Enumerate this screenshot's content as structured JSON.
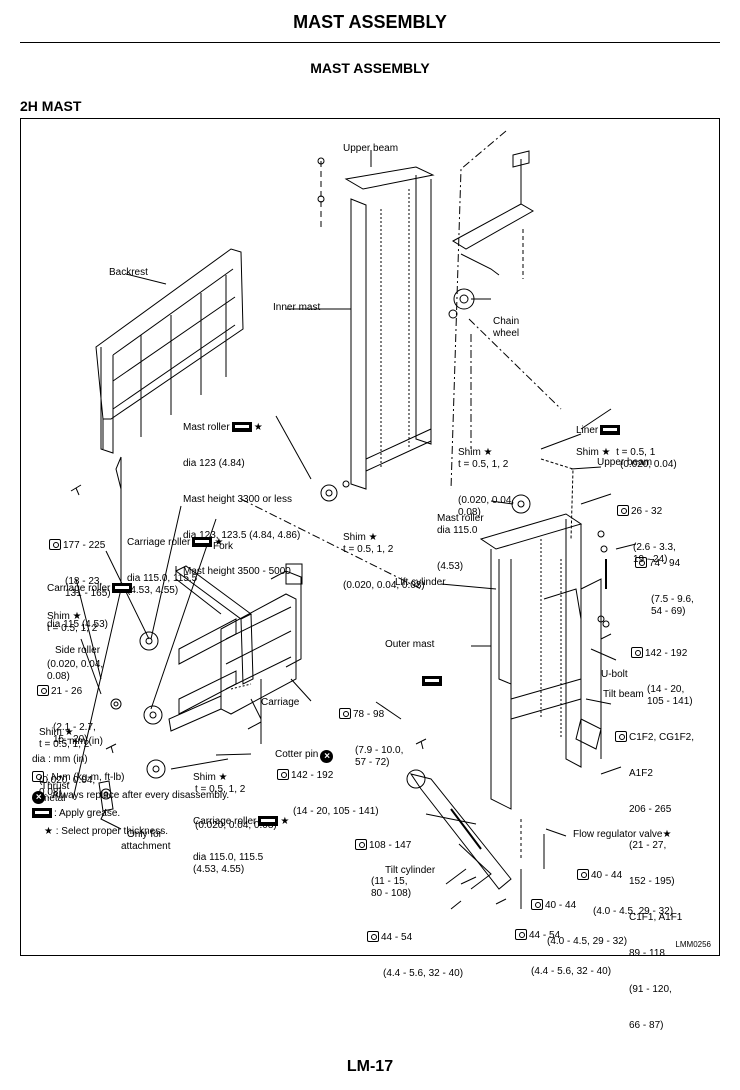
{
  "header": {
    "title": "MAST ASSEMBLY"
  },
  "subtitle": "MAST ASSEMBLY",
  "section": "2H MAST",
  "figure_code": "LMM0256",
  "page_number": "LM-17",
  "labels": {
    "upper_beam_top": "Upper beam",
    "backrest": "Backrest",
    "inner_mast": "Inner mast",
    "chain_wheel_1": "Chain",
    "chain_wheel_2": "wheel",
    "mast_roller_a1": "Mast roller",
    "mast_roller_a2": "dia 123 (4.84)",
    "mast_roller_a3": "Mast height 3300 or less",
    "mast_roller_a4": "dia 123, 123.5 (4.84, 4.86)",
    "mast_roller_a5": "Mast height 3500 - 5000",
    "liner": "Liner",
    "shim_a1": "Shim ★",
    "shim_a2": "t = 0.5, 1, 2",
    "shim_a3": "(0.020, 0.04,",
    "shim_a4": "0.08)",
    "shim_b1": "Shim ★  t = 0.5, 1",
    "shim_b2": "(0.020, 0.04)",
    "upper_beam_right": "Upper beam",
    "t_26": "26 - 32",
    "t_26b": "(2.6 - 3.3,",
    "t_26c": "19 - 24)",
    "mast_roller_b1": "Mast roller",
    "mast_roller_b2": "dia 115.0",
    "mast_roller_b3": "(4.53)",
    "t_74": "74 - 94",
    "t_74b": "(7.5 - 9.6,",
    "t_74c": "54 - 69)",
    "t_177": "177 - 225",
    "t_177b": "(18 - 23,",
    "t_177c": "131 - 165)",
    "carriage_roller_a1": "Carriage roller",
    "carriage_roller_a2": "dia 115.0, 115.5",
    "carriage_roller_a3": "(4.53, 4.55)",
    "shim_c1": "Shim ★",
    "shim_c2": "t = 0.5, 1, 2",
    "shim_c3": "(0.020, 0.04, 0.08)",
    "carriage_roller_b1": "Carriage roller",
    "carriage_roller_b2": "dia 115 (4.53)",
    "fork": "Fork",
    "shim_d1": "Shim ★",
    "shim_d2": "t = 0.5, 1, 2",
    "shim_d3": "(0.020, 0.04,",
    "shim_d4": "0.08)",
    "lift_cylinder": "Lift cylinder",
    "t_142a": "142 - 192",
    "t_142ab": "(14 - 20,",
    "t_142ac": "105 - 141)",
    "side_roller": "Side roller",
    "outer_mast": "Outer mast",
    "t_21": "21 - 26",
    "t_21b": "(2.1 - 2.7,",
    "t_21c": "15 - 20)",
    "u_bolt": "U-bolt",
    "t_78": "78 - 98",
    "t_78b": "(7.9 - 10.0,",
    "t_78c": "57 - 72)",
    "tilt_beam": "Tilt beam",
    "shim_e1": "Shim ★",
    "shim_e2": "t = 0.5, 1, 2",
    "shim_e3": "(0.020, 0.04,",
    "shim_e4": "0.08)",
    "carriage": "Carriage",
    "c1f2_1": "C1F2, CG1F2,",
    "c1f2_2": "A1F2",
    "c1f2_3": "206 - 265",
    "c1f2_4": "(21 - 27,",
    "c1f2_5": "152 - 195)",
    "c1f2_6": "C1F1, A1F1",
    "c1f2_7": "89 - 118",
    "c1f2_8": "(91 - 120,",
    "c1f2_9": "66 - 87)",
    "cotter_pin": "Cotter pin",
    "t_142b": "142 - 192",
    "t_142bb": "(14 - 20, 105 - 141)",
    "thrust_1": "Thrust",
    "thrust_2": "metal",
    "shim_f1": "Shim ★",
    "shim_f2": "t = 0.5, 1, 2",
    "shim_f3": "(0.020, 0.04, 0.08)",
    "carriage_roller_c1": "Carriage roller",
    "carriage_roller_c2": "dia 115.0, 115.5",
    "carriage_roller_c3": "(4.53, 4.55)",
    "only_for_1": "Only for",
    "only_for_2": "attachment",
    "t_108": "108 - 147",
    "t_108b": "(11 - 15,",
    "t_108c": "80 - 108)",
    "flow_valve": "Flow regulator valve★",
    "t_40a": "40 - 44",
    "t_40ab": "(4.0 - 4.5, 29 - 32)",
    "tilt_cylinder": "Tilt cylinder",
    "t_40b": "40 - 44",
    "t_40bb": "(4.0 - 4.5, 29 - 32)",
    "t_44a": "44 - 54",
    "t_44ab": "(4.4 - 5.6, 32 - 40)",
    "t_44b": "44 - 54",
    "t_44bb": "(4.4 - 5.6, 32 - 40)"
  },
  "legend": {
    "t": "t : mm (in)",
    "dia": "dia : mm (in)",
    "nm": ": N•m (kg-m, ft-lb)",
    "replace": ": Always replace after every disassembly.",
    "grease": ": Apply grease.",
    "star": "★ : Select proper thickness."
  }
}
